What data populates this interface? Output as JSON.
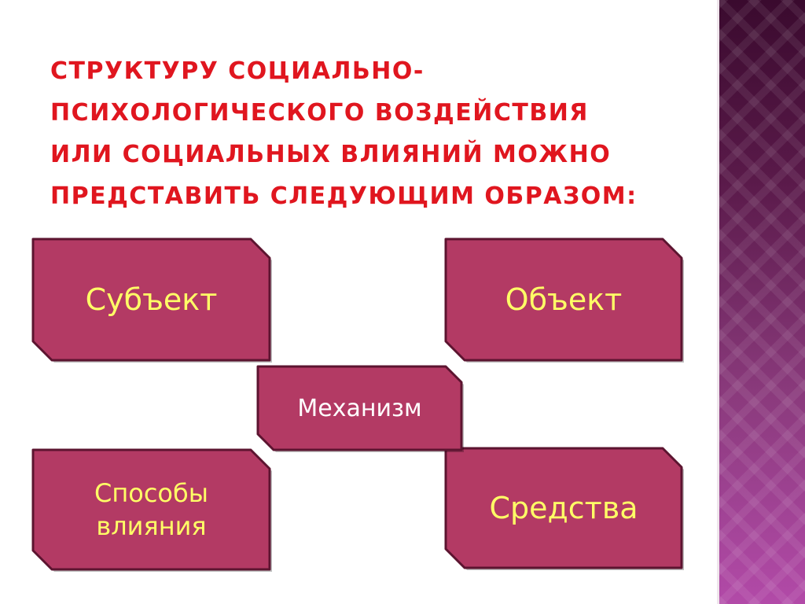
{
  "title": " Структуру социально-\nпсихологического воздействия\nили социальных влияний можно\nпредставить следующим образом:",
  "colors": {
    "title": "#e0161f",
    "box_fill": "#b33a64",
    "box_stroke": "#5c1430",
    "box_text": "#ffff66",
    "box_text_light": "#ffffff",
    "band_top": "#3a0a2e",
    "band_bottom": "#b24aa8"
  },
  "boxes": [
    {
      "id": "subject",
      "label": "Субъект",
      "text_color": "yellow"
    },
    {
      "id": "object",
      "label": "Объект",
      "text_color": "yellow"
    },
    {
      "id": "mechanism",
      "label": "Механизм",
      "text_color": "white"
    },
    {
      "id": "methods",
      "label": "Способы\nвлияния",
      "text_color": "yellow"
    },
    {
      "id": "means",
      "label": "Средства",
      "text_color": "yellow"
    }
  ]
}
